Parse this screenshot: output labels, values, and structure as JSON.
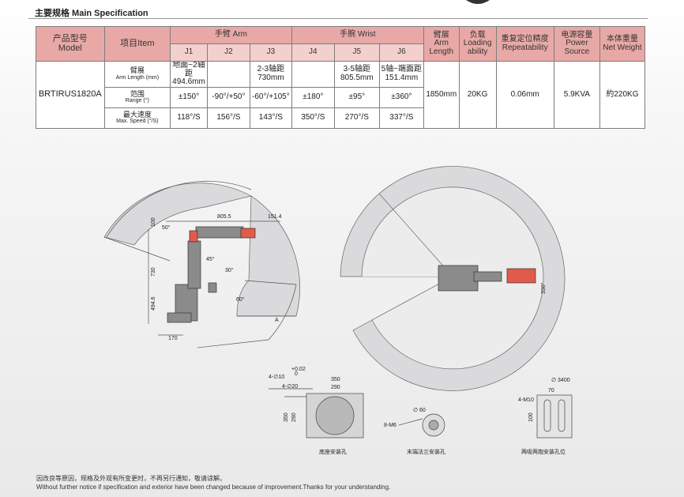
{
  "header": {
    "title": "主要规格  Main Specification"
  },
  "table": {
    "model_header": {
      "cn": "产品型号",
      "en": "Model"
    },
    "item_header": "项目Item",
    "arm_group": "手臂 Arm",
    "wrist_group": "手腕 Wrist",
    "joints": [
      "J1",
      "J2",
      "J3",
      "J4",
      "J5",
      "J6"
    ],
    "arm_length_header": {
      "cn": "臂展",
      "en": "Arm Length"
    },
    "loading_header": {
      "cn": "负载",
      "en": "Loading ability"
    },
    "repeat_header": {
      "cn": "重复定位精度",
      "en": "Repeatability"
    },
    "power_header": {
      "cn": "电源容量",
      "en": "Power Source"
    },
    "weight_header": {
      "cn": "本体重量",
      "en": "Net Weight"
    },
    "model": "BRTIRUS1820A",
    "row_arm_length": {
      "label_cn": "臂展",
      "label_en": "Arm Length (mm)",
      "values": [
        "地面~2轴距 494.6mm",
        "",
        "2-3轴距 730mm",
        "",
        "3-5轴距 805.5mm",
        "5轴~端面距 151.4mm"
      ]
    },
    "row_range": {
      "label_cn": "范围",
      "label_en": "Range (°)",
      "values": [
        "±150°",
        "-90°/+50°",
        "-60°/+105°",
        "±180°",
        "±95°",
        "±360°"
      ]
    },
    "row_speed": {
      "label_cn": "最大速度",
      "label_en": "Max. Speed (°/S)",
      "values": [
        "118°/S",
        "156°/S",
        "143°/S",
        "350°/S",
        "270°/S",
        "337°/S"
      ]
    },
    "arm_length": "1850mm",
    "loading": "20KG",
    "repeatability": "0.06mm",
    "power": "5.9KVA",
    "weight": "約220KG"
  },
  "drawing": {
    "dim_805": "805.5",
    "dim_151": "151.4",
    "dim_100": "100",
    "dim_730": "730",
    "dim_494": "494.6",
    "dim_170": "170",
    "angle_50": "50°",
    "angle_45": "45°",
    "angle_30": "30°",
    "angle_60": "60°",
    "label_a": "A",
    "dim_330": "330°",
    "dim_3400": "∅ 3400",
    "base_holes_1": "4-∅10",
    "base_tol_plus": "+0.02",
    "base_tol_zero": "0",
    "base_holes_2": "4-∅20",
    "base_w1": "350",
    "base_w2": "290",
    "base_h1": "350",
    "base_h2": "290",
    "base_caption": "底座安装孔",
    "flange_dia": "∅ 60",
    "flange_holes": "8-M6",
    "flange_caption": "末端法兰安装孔",
    "clamp_holes": "4-M10",
    "clamp_w": "70",
    "clamp_h": "100",
    "clamp_caption": "两吸两抱安装孔位"
  },
  "footer": {
    "cn": "因改良等原因，规格及外观有所变更时，不再另行通知，敬请谅解。",
    "en": "Without further notice if specification and exterior have been changed because of improvement.Thanks for your understanding."
  }
}
